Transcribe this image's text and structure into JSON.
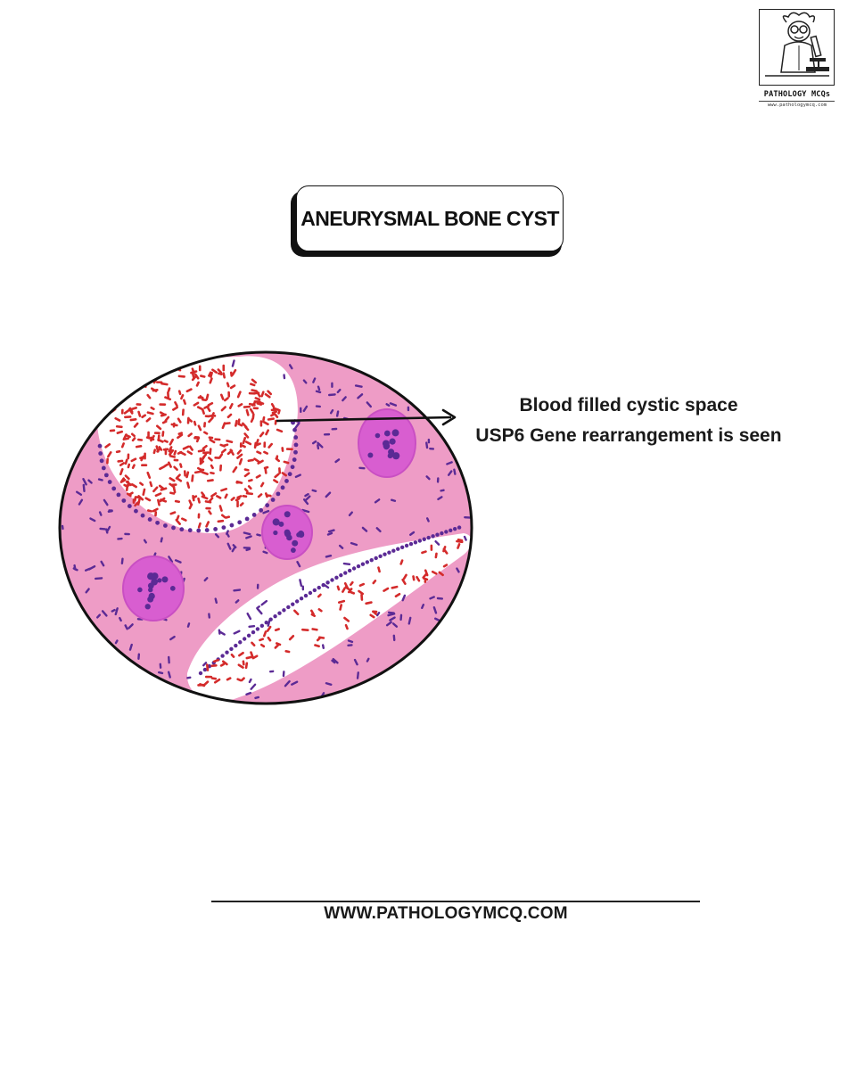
{
  "logo": {
    "name": "PATHOLOGY MCQs",
    "url": "www.pathologymcq.com"
  },
  "title": "ANEURYSMAL BONE CYST",
  "annotation": {
    "line1": "Blood filled cystic space",
    "line2": "USP6 Gene rearrangement is seen"
  },
  "footer": {
    "url": "WWW.PATHOLOGYMCQ.COM"
  },
  "colors": {
    "stroma": "#ee9cc6",
    "rbc": "#d42b2b",
    "nucleus": "#5b2a95",
    "giant_cell": "#d85ed0",
    "outline": "#111111"
  }
}
